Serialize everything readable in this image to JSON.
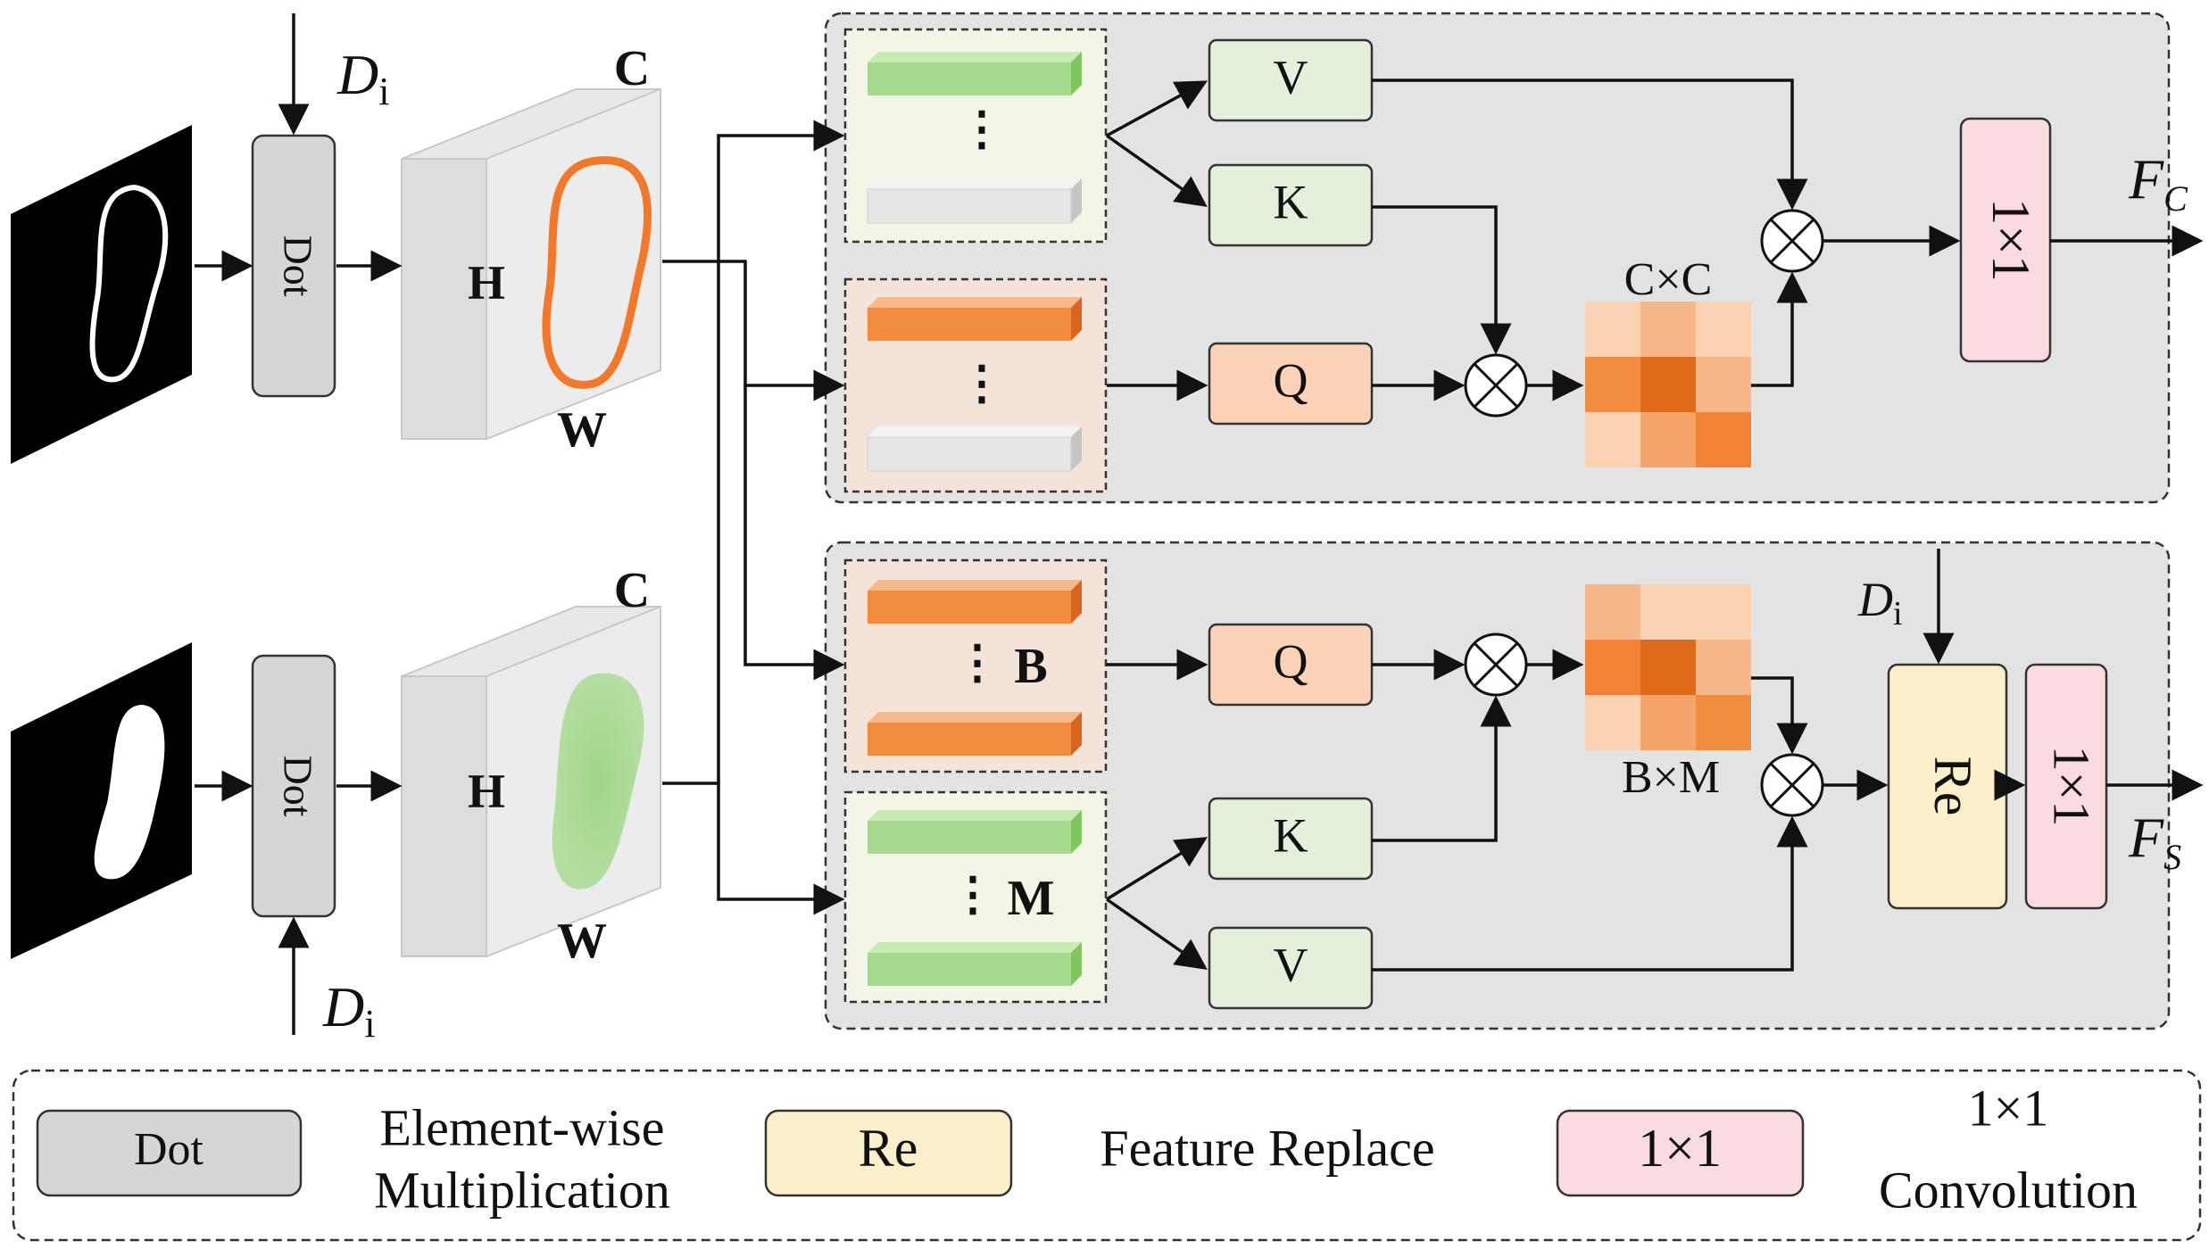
{
  "inputs": {
    "top": {
      "dot_label": "Dot",
      "d_label": "D",
      "d_sub": "i",
      "cube": {
        "c": "C",
        "h": "H",
        "w": "W"
      }
    },
    "bottom": {
      "dot_label": "Dot",
      "d_label": "D",
      "d_sub": "i",
      "cube": {
        "c": "C",
        "h": "H",
        "w": "W"
      }
    }
  },
  "channel_branch": {
    "v_label": "V",
    "k_label": "K",
    "q_label": "Q",
    "matrix_label": "C×C",
    "conv_label": "1×1",
    "output_label": "F",
    "output_sub": "C",
    "dots": "⋮"
  },
  "spatial_branch": {
    "q_label": "Q",
    "k_label": "K",
    "v_label": "V",
    "b_label": "B",
    "m_label": "M",
    "matrix_label": "B×M",
    "d_label": "D",
    "d_sub": "i",
    "re_label": "Re",
    "conv_label": "1×1",
    "output_label": "F",
    "output_sub": "S",
    "dots": "⋮"
  },
  "legend": {
    "dot": {
      "box": "Dot",
      "text_line1": "Element-wise",
      "text_line2": "Multiplication"
    },
    "re": {
      "box": "Re",
      "text": "Feature Replace"
    },
    "conv": {
      "box": "1×1",
      "text_line1": "1×1",
      "text_line2": "Convolution"
    }
  },
  "colors": {
    "panel_bg": "#e3e3e3",
    "dot_box": "#d6d6d6",
    "green_box": "#e3f1dc",
    "orange_box": "#fcd3b6",
    "pink_box": "#fadbe0",
    "yellow_box": "#fcf0cb",
    "orange_bar": "#f28c3e",
    "green_bar": "#a4d98e",
    "contour": "#f2782a",
    "blob": "#a7d98f"
  }
}
